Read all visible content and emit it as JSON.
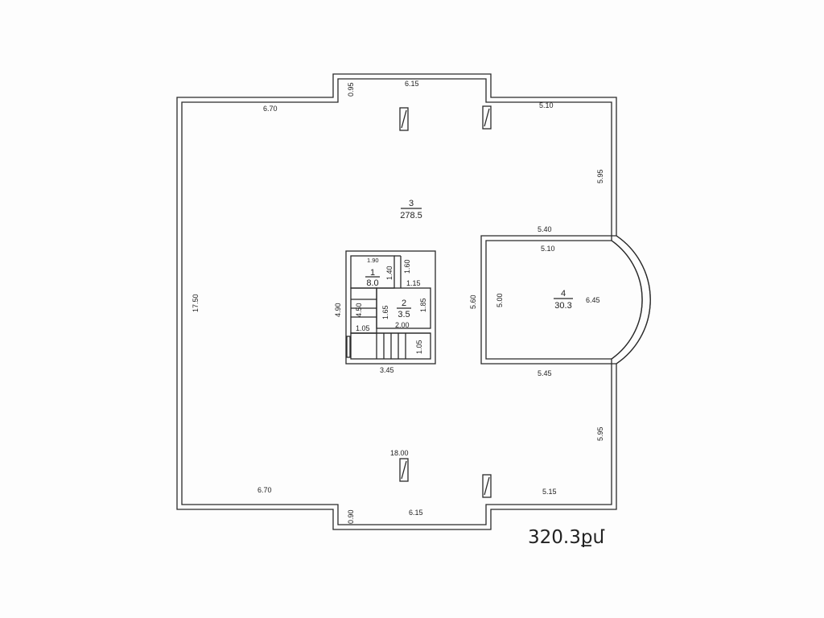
{
  "plan": {
    "total_area": "320.3քմ",
    "rooms": [
      {
        "number": "1",
        "area": "8.0"
      },
      {
        "number": "2",
        "area": "3.5"
      },
      {
        "number": "3",
        "area": "278.5"
      },
      {
        "number": "4",
        "area": "30.3"
      }
    ],
    "dimensions": {
      "top_left": "6.70",
      "top_notch_depth": "0.95",
      "top_center": "6.15",
      "top_right": "5.10",
      "right_upper": "5.95",
      "bay_top": "5.40",
      "bay_inner_top": "5.10",
      "bay_depth": "5.60",
      "bay_inner_height": "5.00",
      "bay_arc": "6.45",
      "bay_bottom": "5.45",
      "right_lower": "5.95",
      "left_wall": "17.50",
      "inner_span": "18.00",
      "bottom_left": "6.70",
      "bottom_notch_depth": "0.90",
      "bottom_center": "6.15",
      "bottom_right": "5.15",
      "stair_height": "4.90",
      "stair_width": "3.45",
      "room1_width": "1.90",
      "room1_height": "1.40",
      "room1_side": "1.60",
      "room2_top": "1.15",
      "room2_left": "1.65",
      "room2_right": "1.85",
      "room2_bottom": "2.00",
      "stair_run": "4.50",
      "landing": "1.05",
      "lower_landing": "1.05"
    }
  }
}
